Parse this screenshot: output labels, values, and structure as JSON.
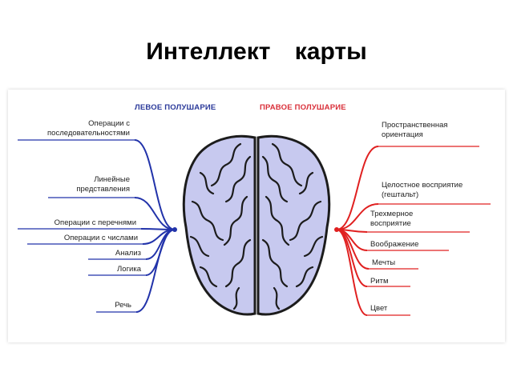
{
  "title": "Интеллект   карты",
  "diagram": {
    "left_hemisphere_label": "ЛЕВОЕ ПОЛУШАРИЕ",
    "right_hemisphere_label": "ПРАВОЕ ПОЛУШАРИЕ",
    "left_color": "#2233aa",
    "right_color": "#e02020",
    "left_items": [
      "Операции с\nпоследовательностями",
      "Линейные\nпредставления",
      "Операции с перечнями",
      "Операции с числами",
      "Анализ",
      "Логика",
      "Речь"
    ],
    "right_items": [
      "Пространственная\nориентация",
      "Целостное восприятие\n(гештальт)",
      "Трехмерное\nвосприятие",
      "Воображение",
      "Мечты",
      "Ритм",
      "Цвет"
    ]
  }
}
